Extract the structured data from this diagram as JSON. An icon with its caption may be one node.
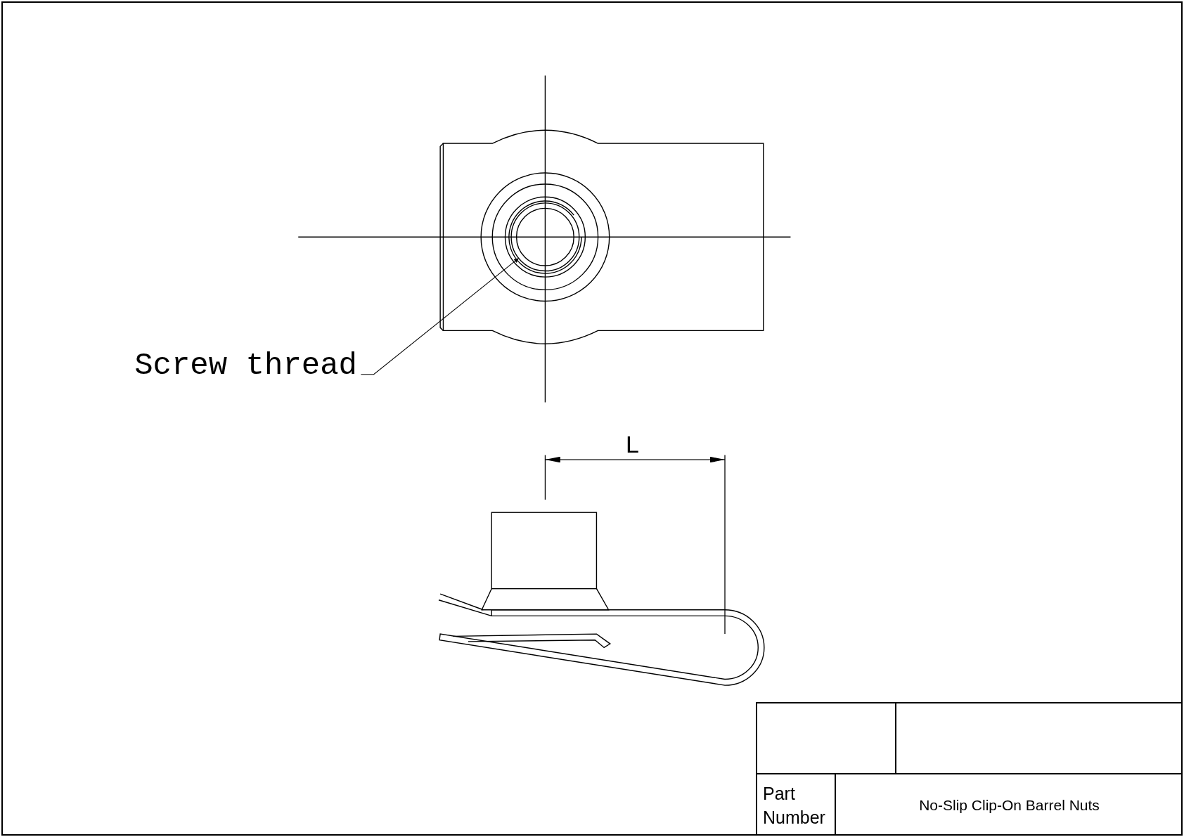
{
  "diagram": {
    "nodes": [
      {
        "text": [
          "Screw thread"
        ]
      },
      {
        "text": [],
        "shape": "circle"
      }
    ],
    "edges": [
      {
        "from": 0,
        "to": 1,
        "arrow": "to"
      }
    ],
    "labels": [
      "L",
      "Part Number",
      "No-Slip Clip-On Barrel Nuts"
    ]
  }
}
